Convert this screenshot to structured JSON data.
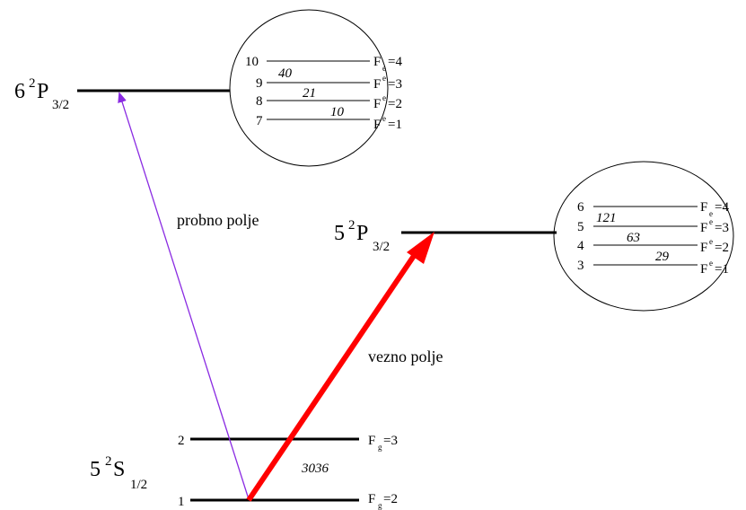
{
  "levels": {
    "p6": {
      "main": "6",
      "sup": "2",
      "letter": "P",
      "sub": "3/2"
    },
    "p5": {
      "main": "5",
      "sup": "2",
      "letter": "P",
      "sub": "3/2"
    },
    "s5": {
      "main": "5",
      "sup": "2",
      "letter": "S",
      "sub": "1/2"
    }
  },
  "ground": {
    "levels": [
      {
        "num": "1",
        "F": "F",
        "sub": "g",
        "val": "=2"
      },
      {
        "num": "2",
        "F": "F",
        "sub": "g",
        "val": "=3"
      }
    ],
    "splitting": "3036"
  },
  "inset6": {
    "levels": [
      {
        "num": "10",
        "F": "F",
        "sub": "e",
        "val": "=4"
      },
      {
        "num": "9",
        "F": "F",
        "sub": "e",
        "val": "=3"
      },
      {
        "num": "8",
        "F": "F",
        "sub": "e",
        "val": "=2"
      },
      {
        "num": "7",
        "F": "F",
        "sub": "e",
        "val": "=1"
      }
    ],
    "gaps": [
      "40",
      "21",
      "10"
    ]
  },
  "inset5": {
    "levels": [
      {
        "num": "6",
        "F": "F",
        "sub": "e",
        "val": "=4"
      },
      {
        "num": "5",
        "F": "F",
        "sub": "e",
        "val": "=3"
      },
      {
        "num": "4",
        "F": "F",
        "sub": "e",
        "val": "=2"
      },
      {
        "num": "3",
        "F": "F",
        "sub": "e",
        "val": "=1"
      }
    ],
    "gaps": [
      "121",
      "63",
      "29"
    ]
  },
  "labels": {
    "probe": "probno polje",
    "coupling": "vezno polje"
  },
  "colors": {
    "probe": "#8a2be2",
    "coupling": "#ff0000",
    "line": "#000000"
  }
}
